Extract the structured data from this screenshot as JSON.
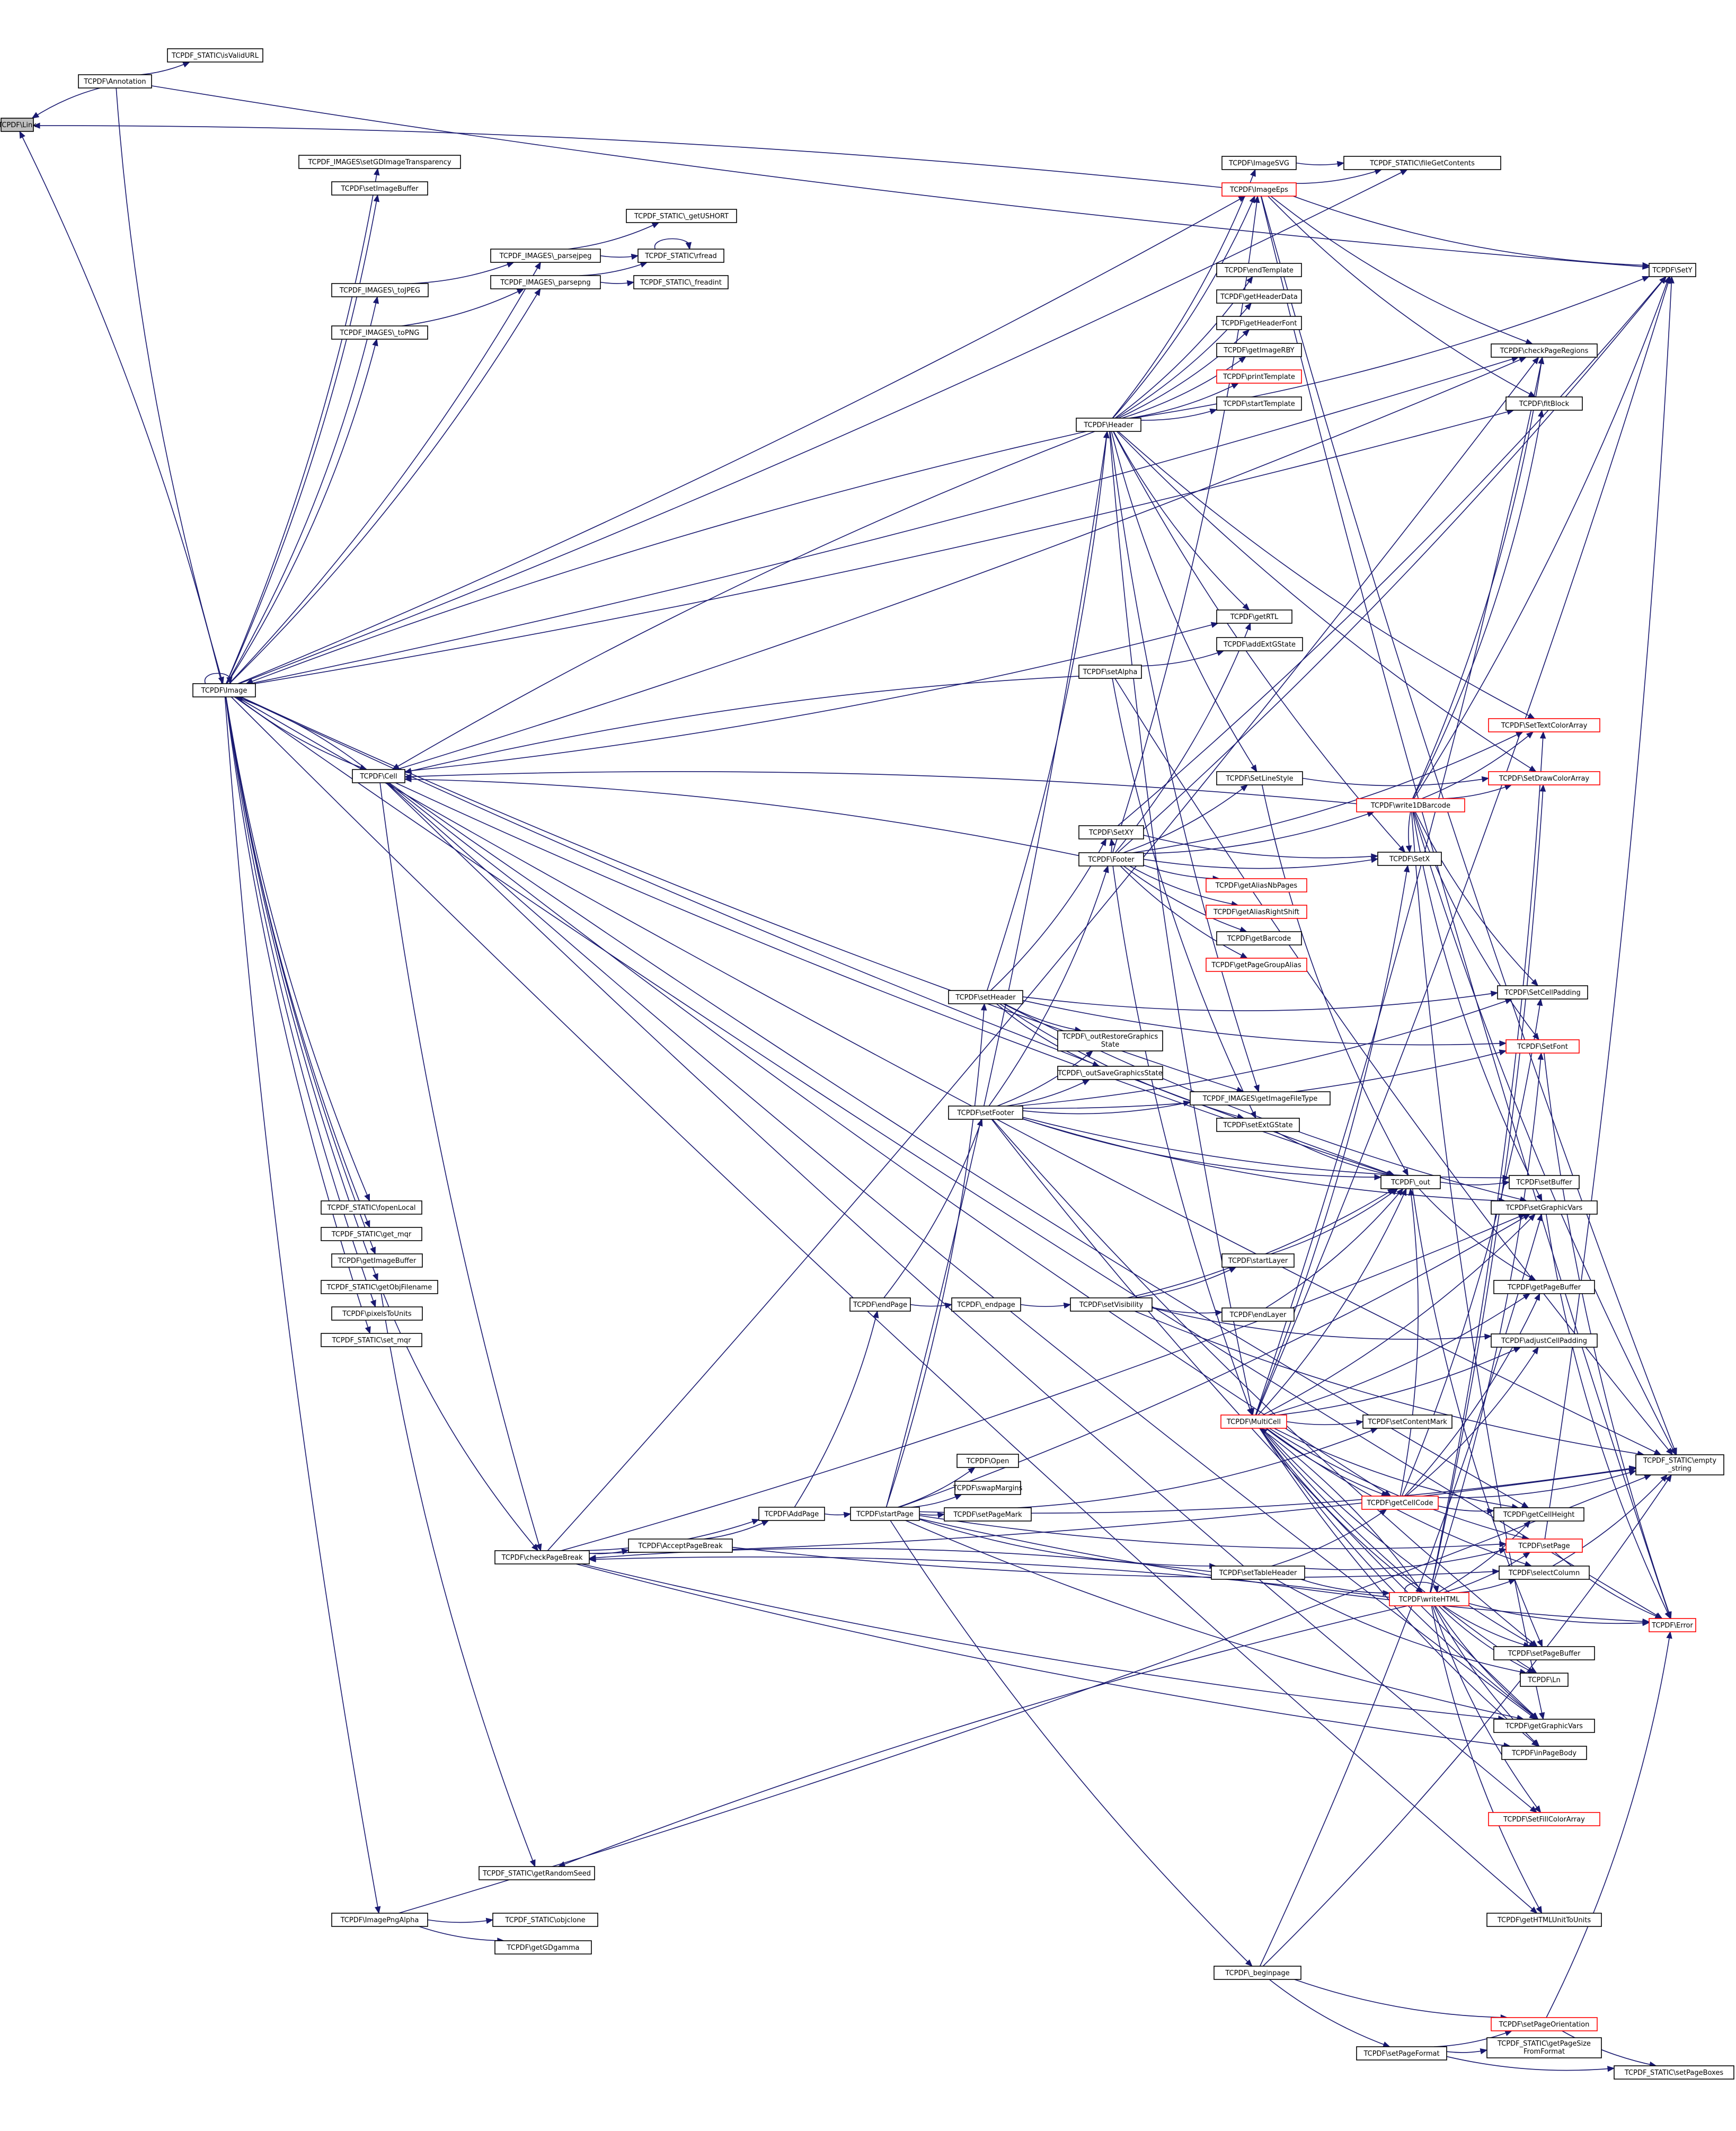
{
  "graph_title": "",
  "colors": {
    "edge": "#191970",
    "node_border": "#000000",
    "node_warn_border": "#ff0000",
    "root_fill": "#bfbfbf",
    "background": "#ffffff"
  },
  "nodes": [
    {
      "id": "link",
      "label": "TCPDF\\Link",
      "root": true
    },
    {
      "id": "annotation",
      "label": "TCPDF\\Annotation"
    },
    {
      "id": "isvalidurl",
      "label": "TCPDF_STATIC\\isValidURL"
    },
    {
      "id": "image",
      "label": "TCPDF\\Image"
    },
    {
      "id": "setgdtransp",
      "label": "TCPDF_IMAGES\\setGDImageTransparency"
    },
    {
      "id": "setimagebuffer",
      "label": "TCPDF\\setImageBuffer"
    },
    {
      "id": "getushort",
      "label": "TCPDF_STATIC\\_getUSHORT"
    },
    {
      "id": "parsejpeg",
      "label": "TCPDF_IMAGES\\_parsejpeg"
    },
    {
      "id": "rfread",
      "label": "TCPDF_STATIC\\rfread"
    },
    {
      "id": "parsepng",
      "label": "TCPDF_IMAGES\\_parsepng"
    },
    {
      "id": "freadint",
      "label": "TCPDF_STATIC\\_freadint"
    },
    {
      "id": "tojpeg",
      "label": "TCPDF_IMAGES\\_toJPEG"
    },
    {
      "id": "topng",
      "label": "TCPDF_IMAGES\\_toPNG"
    },
    {
      "id": "imagesvg",
      "label": "TCPDF\\ImageSVG"
    },
    {
      "id": "imageeps",
      "label": "TCPDF\\ImageEps",
      "warn": true
    },
    {
      "id": "filegetcontents",
      "label": "TCPDF_STATIC\\fileGetContents"
    },
    {
      "id": "endtemplate",
      "label": "TCPDF\\endTemplate"
    },
    {
      "id": "getheaderdata",
      "label": "TCPDF\\getHeaderData"
    },
    {
      "id": "getheaderfont",
      "label": "TCPDF\\getHeaderFont"
    },
    {
      "id": "getimagerby",
      "label": "TCPDF\\getImageRBY"
    },
    {
      "id": "printtemplate",
      "label": "TCPDF\\printTemplate",
      "warn": true
    },
    {
      "id": "starttemplate",
      "label": "TCPDF\\startTemplate"
    },
    {
      "id": "header",
      "label": "TCPDF\\Header"
    },
    {
      "id": "sety",
      "label": "TCPDF\\SetY"
    },
    {
      "id": "checkpageregions",
      "label": "TCPDF\\checkPageRegions"
    },
    {
      "id": "fitblock",
      "label": "TCPDF\\fitBlock"
    },
    {
      "id": "getrtl",
      "label": "TCPDF\\getRTL"
    },
    {
      "id": "addextgstate",
      "label": "TCPDF\\addExtGState"
    },
    {
      "id": "setalpha",
      "label": "TCPDF\\setAlpha"
    },
    {
      "id": "settextcolorarray",
      "label": "TCPDF\\SetTextColorArray",
      "warn": true
    },
    {
      "id": "cell",
      "label": "TCPDF\\Cell"
    },
    {
      "id": "setlinestyle",
      "label": "TCPDF\\SetLineStyle"
    },
    {
      "id": "setdrawcolorarray",
      "label": "TCPDF\\SetDrawColorArray",
      "warn": true
    },
    {
      "id": "write1dbarcode",
      "label": "TCPDF\\write1DBarcode",
      "warn": true
    },
    {
      "id": "setxy",
      "label": "TCPDF\\SetXY"
    },
    {
      "id": "setx",
      "label": "TCPDF\\SetX"
    },
    {
      "id": "footer",
      "label": "TCPDF\\Footer"
    },
    {
      "id": "getaliasnbpages",
      "label": "TCPDF\\getAliasNbPages",
      "warn": true
    },
    {
      "id": "getaliasrightshift",
      "label": "TCPDF\\getAliasRightShift",
      "warn": true
    },
    {
      "id": "getbarcode",
      "label": "TCPDF\\getBarcode"
    },
    {
      "id": "getpagegroupalias",
      "label": "TCPDF\\getPageGroupAlias",
      "warn": true
    },
    {
      "id": "setheader",
      "label": "TCPDF\\setHeader"
    },
    {
      "id": "setcellpadding",
      "label": "TCPDF\\SetCellPadding"
    },
    {
      "id": "outrestore",
      "label": "TCPDF\\_outRestoreGraphics State"
    },
    {
      "id": "setfont",
      "label": "TCPDF\\SetFont",
      "warn": true
    },
    {
      "id": "outsave",
      "label": "TCPDF\\_outSaveGraphicsState"
    },
    {
      "id": "getimagefiletype",
      "label": "TCPDF_IMAGES\\getImageFileType"
    },
    {
      "id": "setfooter",
      "label": "TCPDF\\setFooter"
    },
    {
      "id": "setextgstate",
      "label": "TCPDF\\setExtGState"
    },
    {
      "id": "out",
      "label": "TCPDF\\_out"
    },
    {
      "id": "setbuffer",
      "label": "TCPDF\\setBuffer"
    },
    {
      "id": "fopenlocal",
      "label": "TCPDF_STATIC\\fopenLocal"
    },
    {
      "id": "setgraphicvars",
      "label": "TCPDF\\setGraphicVars"
    },
    {
      "id": "getmqr",
      "label": "TCPDF_STATIC\\get_mqr"
    },
    {
      "id": "startlayer",
      "label": "TCPDF\\startLayer"
    },
    {
      "id": "getimagebuffer",
      "label": "TCPDF\\getImageBuffer"
    },
    {
      "id": "getobjfilename",
      "label": "TCPDF_STATIC\\getObjFilename"
    },
    {
      "id": "getpagebuffer",
      "label": "TCPDF\\getPageBuffer"
    },
    {
      "id": "endpage",
      "label": "TCPDF\\endPage"
    },
    {
      "id": "_endpage",
      "label": "TCPDF\\_endpage"
    },
    {
      "id": "setvisibility",
      "label": "TCPDF\\setVisibility"
    },
    {
      "id": "pixelstounits",
      "label": "TCPDF\\pixelsToUnits"
    },
    {
      "id": "endlayer",
      "label": "TCPDF\\endLayer"
    },
    {
      "id": "adjustcellpadding",
      "label": "TCPDF\\adjustCellPadding"
    },
    {
      "id": "setmqr",
      "label": "TCPDF_STATIC\\set_mqr"
    },
    {
      "id": "multicell",
      "label": "TCPDF\\MultiCell",
      "warn": true
    },
    {
      "id": "setcontentmark",
      "label": "TCPDF\\setContentMark"
    },
    {
      "id": "open",
      "label": "TCPDF\\Open"
    },
    {
      "id": "emptystring",
      "label": "TCPDF_STATIC\\empty _string"
    },
    {
      "id": "swapmargins",
      "label": "TCPDF\\swapMargins"
    },
    {
      "id": "getcellcode",
      "label": "TCPDF\\getCellCode",
      "warn": true
    },
    {
      "id": "addpage",
      "label": "TCPDF\\AddPage"
    },
    {
      "id": "startpage",
      "label": "TCPDF\\startPage"
    },
    {
      "id": "setpagemark",
      "label": "TCPDF\\setPageMark"
    },
    {
      "id": "getcellheight",
      "label": "TCPDF\\getCellHeight"
    },
    {
      "id": "acceptpagebreak",
      "label": "TCPDF\\AcceptPageBreak"
    },
    {
      "id": "checkpagebreak",
      "label": "TCPDF\\checkPageBreak"
    },
    {
      "id": "setpage",
      "label": "TCPDF\\setPage",
      "warn": true
    },
    {
      "id": "settableheader",
      "label": "TCPDF\\setTableHeader"
    },
    {
      "id": "selectcolumn",
      "label": "TCPDF\\selectColumn"
    },
    {
      "id": "writehtml",
      "label": "TCPDF\\writeHTML",
      "warn": true
    },
    {
      "id": "error",
      "label": "TCPDF\\Error",
      "warn": true
    },
    {
      "id": "setpagebuffer",
      "label": "TCPDF\\setPageBuffer"
    },
    {
      "id": "ln",
      "label": "TCPDF\\Ln"
    },
    {
      "id": "getgraphicvars",
      "label": "TCPDF\\getGraphicVars"
    },
    {
      "id": "inpagebody",
      "label": "TCPDF\\inPageBody"
    },
    {
      "id": "setfillcolorarray",
      "label": "TCPDF\\SetFillColorArray",
      "warn": true
    },
    {
      "id": "getrandomseed",
      "label": "TCPDF_STATIC\\getRandomSeed"
    },
    {
      "id": "imagepngalpha",
      "label": "TCPDF\\ImagePngAlpha"
    },
    {
      "id": "objclone",
      "label": "TCPDF_STATIC\\objclone"
    },
    {
      "id": "gethtmlunittounits",
      "label": "TCPDF\\getHTMLUnitToUnits"
    },
    {
      "id": "getgdgamma",
      "label": "TCPDF\\getGDgamma"
    },
    {
      "id": "beginpage",
      "label": "TCPDF\\_beginpage"
    },
    {
      "id": "setpageorientation",
      "label": "TCPDF\\setPageOrientation",
      "warn": true
    },
    {
      "id": "setpageformat",
      "label": "TCPDF\\setPageFormat"
    },
    {
      "id": "getpagesize",
      "label": "TCPDF_STATIC\\getPageSize FromFormat"
    },
    {
      "id": "setpageboxes",
      "label": "TCPDF_STATIC\\setPageBoxes"
    }
  ],
  "edges": [
    [
      "annotation",
      "link"
    ],
    [
      "annotation",
      "isvalidurl"
    ],
    [
      "annotation",
      "image"
    ],
    [
      "annotation",
      "sety"
    ],
    [
      "image",
      "link"
    ],
    [
      "image",
      "image"
    ],
    [
      "image",
      "setgdtransp"
    ],
    [
      "image",
      "setimagebuffer"
    ],
    [
      "image",
      "parsejpeg"
    ],
    [
      "image",
      "parsepng"
    ],
    [
      "image",
      "tojpeg"
    ],
    [
      "image",
      "topng"
    ],
    [
      "image",
      "cell"
    ],
    [
      "image",
      "fopenlocal"
    ],
    [
      "image",
      "getmqr"
    ],
    [
      "image",
      "getimagebuffer"
    ],
    [
      "image",
      "getobjfilename"
    ],
    [
      "image",
      "pixelstounits"
    ],
    [
      "image",
      "setmqr"
    ],
    [
      "image",
      "imagepngalpha"
    ],
    [
      "image",
      "imageeps"
    ],
    [
      "image",
      "checkpageregions"
    ],
    [
      "image",
      "filegetcontents"
    ],
    [
      "image",
      "fitblock"
    ],
    [
      "image",
      "out"
    ],
    [
      "image",
      "getimagefiletype"
    ],
    [
      "image",
      "emptystring"
    ],
    [
      "image",
      "gethtmlunittounits"
    ],
    [
      "image",
      "error"
    ],
    [
      "parsejpeg",
      "getushort"
    ],
    [
      "parsejpeg",
      "rfread"
    ],
    [
      "parsepng",
      "rfread"
    ],
    [
      "parsepng",
      "freadint"
    ],
    [
      "rfread",
      "rfread"
    ],
    [
      "tojpeg",
      "parsejpeg"
    ],
    [
      "topng",
      "parsepng"
    ],
    [
      "imagesvg",
      "filegetcontents"
    ],
    [
      "imageeps",
      "filegetcontents"
    ],
    [
      "imageeps",
      "link"
    ],
    [
      "imageeps",
      "sety"
    ],
    [
      "imageeps",
      "checkpageregions"
    ],
    [
      "imageeps",
      "fitblock"
    ],
    [
      "imageeps",
      "emptystring"
    ],
    [
      "imageeps",
      "error"
    ],
    [
      "header",
      "imagesvg"
    ],
    [
      "header",
      "imageeps"
    ],
    [
      "header",
      "endtemplate"
    ],
    [
      "header",
      "getheaderdata"
    ],
    [
      "header",
      "getheaderfont"
    ],
    [
      "header",
      "getimagerby"
    ],
    [
      "header",
      "printtemplate"
    ],
    [
      "header",
      "starttemplate"
    ],
    [
      "header",
      "cell"
    ],
    [
      "header",
      "getrtl"
    ],
    [
      "header",
      "setlinestyle"
    ],
    [
      "header",
      "settextcolorarray"
    ],
    [
      "header",
      "setx"
    ],
    [
      "header",
      "multicell"
    ],
    [
      "header",
      "setdrawcolorarray"
    ],
    [
      "header",
      "image"
    ],
    [
      "header",
      "sety"
    ],
    [
      "header",
      "getimagefiletype"
    ],
    [
      "setalpha",
      "addextgstate"
    ],
    [
      "setalpha",
      "setextgstate"
    ],
    [
      "setalpha",
      "cell"
    ],
    [
      "setalpha",
      "emptystring"
    ],
    [
      "cell",
      "image"
    ],
    [
      "cell",
      "checkpagebreak"
    ],
    [
      "cell",
      "getcellcode"
    ],
    [
      "cell",
      "out"
    ],
    [
      "cell",
      "getcellheight"
    ],
    [
      "cell",
      "setfillcolorarray"
    ],
    [
      "cell",
      "checkpageregions"
    ],
    [
      "cell",
      "getrtl"
    ],
    [
      "cell",
      "getgraphicvars"
    ],
    [
      "write1dbarcode",
      "cell"
    ],
    [
      "write1dbarcode",
      "checkpageregions"
    ],
    [
      "write1dbarcode",
      "fitblock"
    ],
    [
      "write1dbarcode",
      "settextcolorarray"
    ],
    [
      "write1dbarcode",
      "setdrawcolorarray"
    ],
    [
      "write1dbarcode",
      "sety"
    ],
    [
      "write1dbarcode",
      "setcellpadding"
    ],
    [
      "write1dbarcode",
      "setfont"
    ],
    [
      "write1dbarcode",
      "getgraphicvars"
    ],
    [
      "write1dbarcode",
      "setgraphicvars"
    ],
    [
      "write1dbarcode",
      "setx"
    ],
    [
      "write1dbarcode",
      "emptystring"
    ],
    [
      "setlinestyle",
      "setdrawcolorarray"
    ],
    [
      "setlinestyle",
      "out"
    ],
    [
      "setxy",
      "setx"
    ],
    [
      "setxy",
      "sety"
    ],
    [
      "footer",
      "setlinestyle"
    ],
    [
      "footer",
      "setxy"
    ],
    [
      "footer",
      "write1dbarcode"
    ],
    [
      "footer",
      "getaliasnbpages"
    ],
    [
      "footer",
      "getaliasrightshift"
    ],
    [
      "footer",
      "getbarcode"
    ],
    [
      "footer",
      "getpagegroupalias"
    ],
    [
      "footer",
      "cell"
    ],
    [
      "footer",
      "setx"
    ],
    [
      "footer",
      "getrtl"
    ],
    [
      "footer",
      "settextcolorarray"
    ],
    [
      "footer",
      "imageeps"
    ],
    [
      "footer",
      "sety"
    ],
    [
      "footer",
      "multicell"
    ],
    [
      "setheader",
      "header"
    ],
    [
      "setheader",
      "setxy"
    ],
    [
      "setheader",
      "setcellpadding"
    ],
    [
      "setheader",
      "outrestore"
    ],
    [
      "setheader",
      "outsave"
    ],
    [
      "setheader",
      "setfont"
    ],
    [
      "setheader",
      "setgraphicvars"
    ],
    [
      "setheader",
      "setextgstate"
    ],
    [
      "setfooter",
      "footer"
    ],
    [
      "setfooter",
      "setcellpadding"
    ],
    [
      "setfooter",
      "outrestore"
    ],
    [
      "setfooter",
      "outsave"
    ],
    [
      "setfooter",
      "setfont"
    ],
    [
      "setfooter",
      "getimagefiletype"
    ],
    [
      "setfooter",
      "setgraphicvars"
    ],
    [
      "setfooter",
      "getgraphicvars"
    ],
    [
      "setfooter",
      "setpagebuffer"
    ],
    [
      "setfooter",
      "out"
    ],
    [
      "setfooter",
      "setbuffer"
    ],
    [
      "setextgstate",
      "out"
    ],
    [
      "out",
      "setbuffer"
    ],
    [
      "out",
      "getpagebuffer"
    ],
    [
      "out",
      "setpagebuffer"
    ],
    [
      "startlayer",
      "out"
    ],
    [
      "endlayer",
      "out"
    ],
    [
      "endpage",
      "_endpage"
    ],
    [
      "endpage",
      "setfooter"
    ],
    [
      "_endpage",
      "setvisibility"
    ],
    [
      "setvisibility",
      "startlayer"
    ],
    [
      "setvisibility",
      "endlayer"
    ],
    [
      "setvisibility",
      "out"
    ],
    [
      "setvisibility",
      "emptystring"
    ],
    [
      "setvisibility",
      "adjustcellpadding"
    ],
    [
      "multicell",
      "setcontentmark"
    ],
    [
      "multicell",
      "getcellcode"
    ],
    [
      "multicell",
      "writehtml"
    ],
    [
      "multicell",
      "out"
    ],
    [
      "multicell",
      "setx"
    ],
    [
      "multicell",
      "checkpageregions"
    ],
    [
      "multicell",
      "setgraphicvars"
    ],
    [
      "multicell",
      "getpagebuffer"
    ],
    [
      "multicell",
      "adjustcellpadding"
    ],
    [
      "multicell",
      "getcellheight"
    ],
    [
      "multicell",
      "setpage"
    ],
    [
      "multicell",
      "selectcolumn"
    ],
    [
      "multicell",
      "ln"
    ],
    [
      "multicell",
      "getgraphicvars"
    ],
    [
      "multicell",
      "inpagebody"
    ],
    [
      "multicell",
      "setpagebuffer"
    ],
    [
      "multicell",
      "sety"
    ],
    [
      "getcellcode",
      "emptystring"
    ],
    [
      "getcellcode",
      "getcellheight"
    ],
    [
      "getcellcode",
      "adjustcellpadding"
    ],
    [
      "getcellcode",
      "setcellpadding"
    ],
    [
      "getcellcode",
      "getpagebuffer"
    ],
    [
      "getcellcode",
      "out"
    ],
    [
      "addpage",
      "startpage"
    ],
    [
      "addpage",
      "endpage"
    ],
    [
      "startpage",
      "open"
    ],
    [
      "startpage",
      "swapmargins"
    ],
    [
      "startpage",
      "setpagemark"
    ],
    [
      "startpage",
      "setheader"
    ],
    [
      "startpage",
      "beginpage"
    ],
    [
      "startpage",
      "setpage"
    ],
    [
      "startpage",
      "settableheader"
    ],
    [
      "startpage",
      "getgraphicvars"
    ],
    [
      "startpage",
      "header"
    ],
    [
      "startpage",
      "setgraphicvars"
    ],
    [
      "startpage",
      "emptystring"
    ],
    [
      "startpage",
      "error"
    ],
    [
      "setpagemark",
      "setcontentmark"
    ],
    [
      "acceptpagebreak",
      "addpage"
    ],
    [
      "acceptpagebreak",
      "selectcolumn"
    ],
    [
      "checkpagebreak",
      "acceptpagebreak"
    ],
    [
      "checkpagebreak",
      "addpage"
    ],
    [
      "checkpagebreak",
      "inpagebody"
    ],
    [
      "checkpagebreak",
      "setgraphicvars"
    ],
    [
      "checkpagebreak",
      "checkpageregions"
    ],
    [
      "checkpagebreak",
      "emptystring"
    ],
    [
      "checkpagebreak",
      "getgraphicvars"
    ],
    [
      "setpage",
      "error"
    ],
    [
      "setpage",
      "sety"
    ],
    [
      "settableheader",
      "writehtml"
    ],
    [
      "settableheader",
      "checkpagebreak"
    ],
    [
      "settableheader",
      "setpage"
    ],
    [
      "settableheader",
      "ln"
    ],
    [
      "settableheader",
      "getcellcode"
    ],
    [
      "writehtml",
      "writehtml"
    ],
    [
      "writehtml",
      "setfont"
    ],
    [
      "writehtml",
      "setpage"
    ],
    [
      "writehtml",
      "getcellheight"
    ],
    [
      "writehtml",
      "selectcolumn"
    ],
    [
      "writehtml",
      "error"
    ],
    [
      "writehtml",
      "setpagebuffer"
    ],
    [
      "writehtml",
      "ln"
    ],
    [
      "writehtml",
      "getgraphicvars"
    ],
    [
      "writehtml",
      "inpagebody"
    ],
    [
      "writehtml",
      "setfillcolorarray"
    ],
    [
      "writehtml",
      "gethtmlunittounits"
    ],
    [
      "writehtml",
      "multicell"
    ],
    [
      "writehtml",
      "checkpagebreak"
    ],
    [
      "writehtml",
      "settextcolorarray"
    ],
    [
      "writehtml",
      "setdrawcolorarray"
    ],
    [
      "writehtml",
      "getrandomseed"
    ],
    [
      "getobjfilename",
      "getrandomseed"
    ],
    [
      "getobjfilename",
      "checkpagebreak"
    ],
    [
      "imagepngalpha",
      "objclone"
    ],
    [
      "imagepngalpha",
      "getgdgamma"
    ],
    [
      "imagepngalpha",
      "emptystring"
    ],
    [
      "beginpage",
      "setpageorientation"
    ],
    [
      "beginpage",
      "setpageformat"
    ],
    [
      "beginpage",
      "setgraphicvars"
    ],
    [
      "beginpage",
      "emptystring"
    ],
    [
      "setpageorientation",
      "setpageboxes"
    ],
    [
      "setpageorientation",
      "error"
    ],
    [
      "setpageformat",
      "getpagesize"
    ],
    [
      "setpageformat",
      "setpageboxes"
    ],
    [
      "setpageformat",
      "setpageorientation"
    ],
    [
      "selectcolumn",
      "emptystring"
    ],
    [
      "setgraphicvars",
      "error"
    ],
    [
      "setfont",
      "error"
    ]
  ]
}
